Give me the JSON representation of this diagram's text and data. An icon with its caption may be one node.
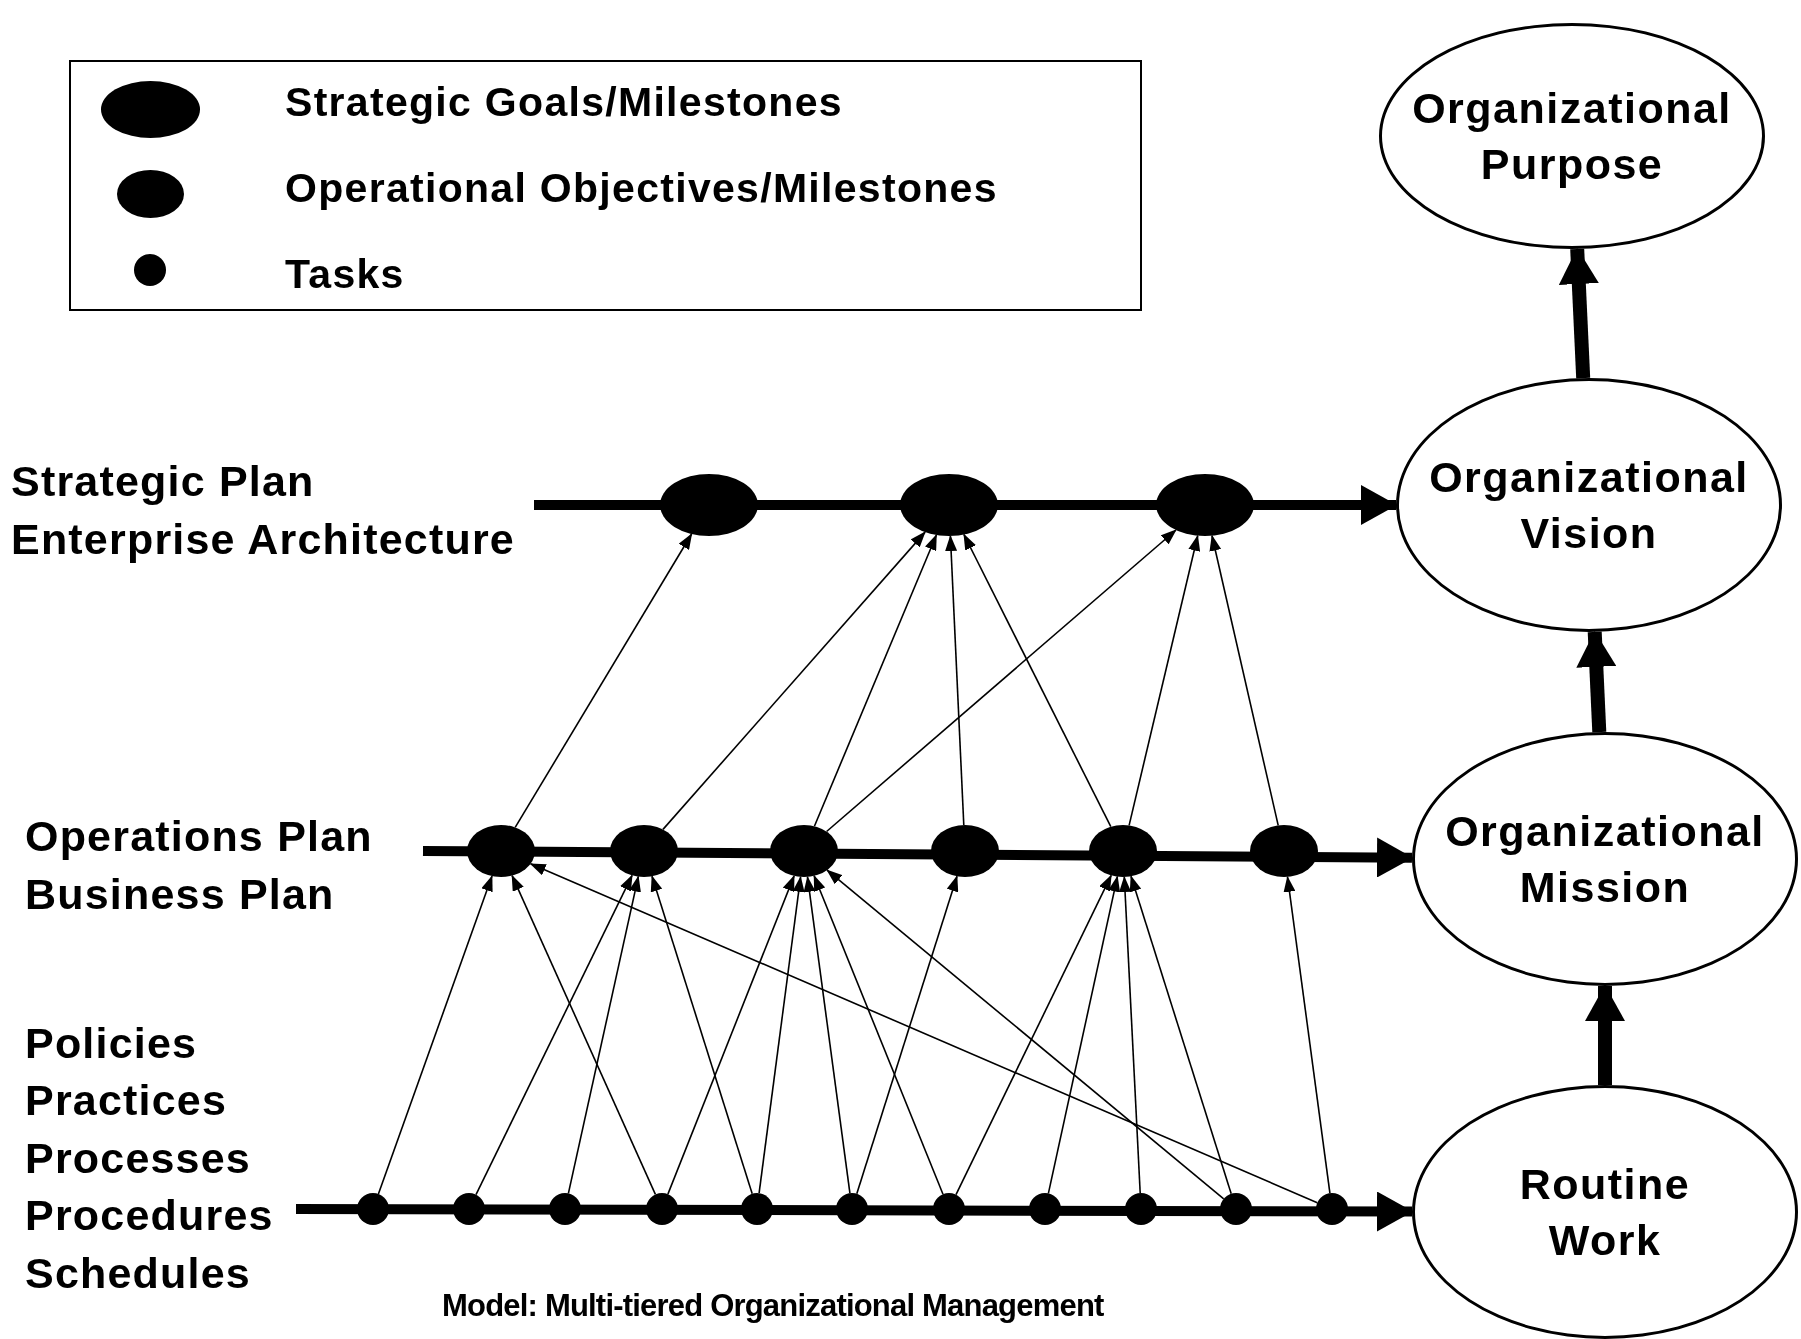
{
  "diagram": {
    "caption": "Model: Multi-tiered Organizational Management",
    "nodes": [
      {
        "text": [
          "Organizational Purpose"
        ]
      },
      {
        "text": [
          "Organizational Vision"
        ]
      },
      {
        "text": [
          "Organizational Mission"
        ]
      },
      {
        "text": [
          "Routine Work"
        ]
      },
      {
        "text": [],
        "shape": "circle"
      },
      {
        "text": [],
        "shape": "circle"
      },
      {
        "text": [],
        "shape": "circle"
      },
      {
        "text": [],
        "shape": "circle"
      },
      {
        "text": [],
        "shape": "circle"
      },
      {
        "text": [],
        "shape": "circle"
      },
      {
        "text": [],
        "shape": "circle"
      },
      {
        "text": [],
        "shape": "circle"
      },
      {
        "text": [],
        "shape": "circle"
      },
      {
        "text": [],
        "shape": "circle"
      },
      {
        "text": [],
        "shape": "circle"
      },
      {
        "text": [],
        "shape": "circle"
      },
      {
        "text": [],
        "shape": "circle"
      },
      {
        "text": [],
        "shape": "circle"
      },
      {
        "text": [],
        "shape": "circle"
      },
      {
        "text": [],
        "shape": "circle"
      },
      {
        "text": [],
        "shape": "circle"
      },
      {
        "text": [],
        "shape": "circle"
      },
      {
        "text": [],
        "shape": "circle"
      },
      {
        "text": [],
        "shape": "circle"
      }
    ],
    "edges": [
      {
        "from": null,
        "to": 1,
        "arrow": "to",
        "style": "thick"
      },
      {
        "from": null,
        "to": 2,
        "arrow": "to",
        "style": "thick"
      },
      {
        "from": null,
        "to": 3,
        "arrow": "to",
        "style": "thick"
      },
      {
        "from": 3,
        "to": 2,
        "arrow": "to",
        "style": "thick"
      },
      {
        "from": 2,
        "to": 1,
        "arrow": "to",
        "style": "thick"
      },
      {
        "from": 1,
        "to": 0,
        "arrow": "to",
        "style": "thick"
      },
      {
        "from": 7,
        "to": 4,
        "arrow": "to"
      },
      {
        "from": 8,
        "to": 5,
        "arrow": "to"
      },
      {
        "from": 9,
        "to": 5,
        "arrow": "to"
      },
      {
        "from": 9,
        "to": 6,
        "arrow": "to"
      },
      {
        "from": 10,
        "to": 5,
        "arrow": "to"
      },
      {
        "from": 11,
        "to": 5,
        "arrow": "to"
      },
      {
        "from": 11,
        "to": 6,
        "arrow": "to"
      },
      {
        "from": 12,
        "to": 6,
        "arrow": "to"
      },
      {
        "from": 13,
        "to": 7,
        "arrow": "to"
      },
      {
        "from": 14,
        "to": 8,
        "arrow": "to"
      },
      {
        "from": 15,
        "to": 8,
        "arrow": "to"
      },
      {
        "from": 16,
        "to": 7,
        "arrow": "to"
      },
      {
        "from": 16,
        "to": 9,
        "arrow": "to"
      },
      {
        "from": 17,
        "to": 8,
        "arrow": "to"
      },
      {
        "from": 17,
        "to": 9,
        "arrow": "to"
      },
      {
        "from": 18,
        "to": 9,
        "arrow": "to"
      },
      {
        "from": 18,
        "to": 10,
        "arrow": "to"
      },
      {
        "from": 19,
        "to": 9,
        "arrow": "to"
      },
      {
        "from": 19,
        "to": 11,
        "arrow": "to"
      },
      {
        "from": 20,
        "to": 11,
        "arrow": "to"
      },
      {
        "from": 21,
        "to": 11,
        "arrow": "to"
      },
      {
        "from": 22,
        "to": 11,
        "arrow": "to"
      },
      {
        "from": 22,
        "to": 9,
        "arrow": "to"
      },
      {
        "from": 23,
        "to": 12,
        "arrow": "to"
      },
      {
        "from": 23,
        "to": 7,
        "arrow": "to"
      }
    ],
    "labels": [
      "Strategic Plan",
      "Enterprise Architecture",
      "Operations Plan",
      "Business Plan",
      "Policies",
      "Practices",
      "Processes",
      "Procedures",
      "Schedules"
    ],
    "legend": [
      {
        "text": "Strategic Goals/Milestones"
      },
      {
        "text": "Operational Objectives/Milestones"
      },
      {
        "text": "Tasks"
      }
    ]
  }
}
